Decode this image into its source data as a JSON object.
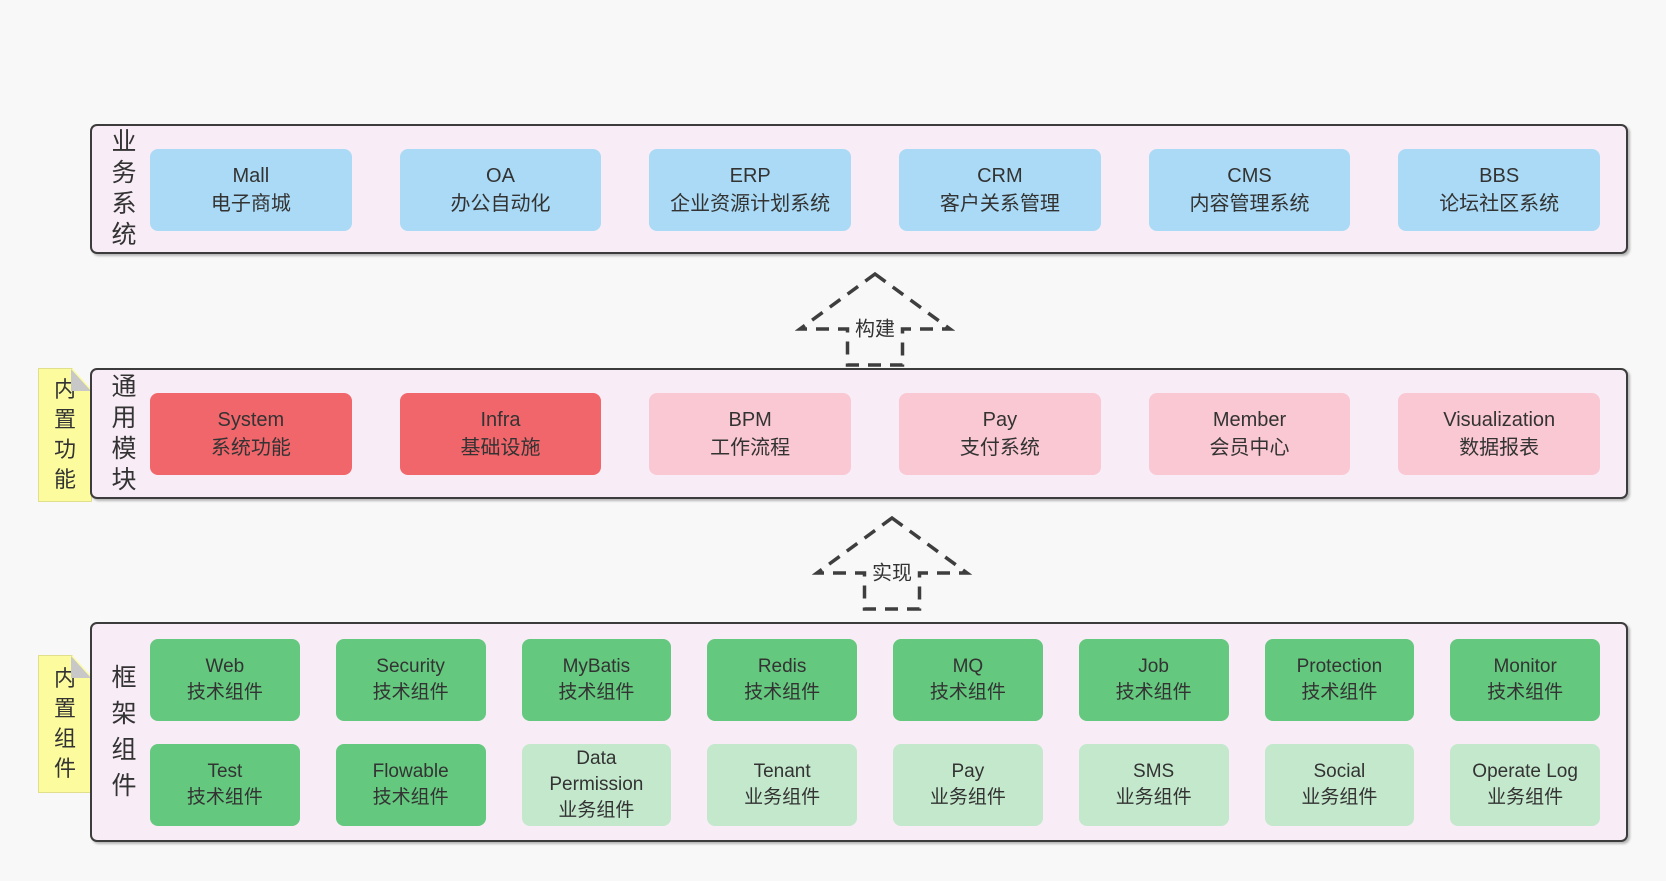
{
  "colors": {
    "page_bg": "#f8f8f8",
    "container_bg": "#f8edf6",
    "container_border": "#3c3c3c",
    "text": "#333333",
    "blue": "#aadaf5",
    "red": "#f1666a",
    "pink": "#fac8d3",
    "green": "#64c87e",
    "light_green": "#c3e8cc",
    "tag_yellow": "#fcfc9f",
    "tag_fold": "#c8c8c8"
  },
  "arrows": [
    {
      "label": "构建"
    },
    {
      "label": "实现"
    }
  ],
  "layers": [
    {
      "id": "business-systems",
      "side_label": "业务系统",
      "tag": null,
      "rows": [
        [
          {
            "name": "Mall",
            "desc": "电子商城",
            "color": "blue"
          },
          {
            "name": "OA",
            "desc": "办公自动化",
            "color": "blue"
          },
          {
            "name": "ERP",
            "desc": "企业资源计划系统",
            "color": "blue"
          },
          {
            "name": "CRM",
            "desc": "客户关系管理",
            "color": "blue"
          },
          {
            "name": "CMS",
            "desc": "内容管理系统",
            "color": "blue"
          },
          {
            "name": "BBS",
            "desc": "论坛社区系统",
            "color": "blue"
          }
        ]
      ]
    },
    {
      "id": "common-modules",
      "side_label": "通用模块",
      "tag": "内置功能",
      "rows": [
        [
          {
            "name": "System",
            "desc": "系统功能",
            "color": "red"
          },
          {
            "name": "Infra",
            "desc": "基础设施",
            "color": "red"
          },
          {
            "name": "BPM",
            "desc": "工作流程",
            "color": "pink"
          },
          {
            "name": "Pay",
            "desc": "支付系统",
            "color": "pink"
          },
          {
            "name": "Member",
            "desc": "会员中心",
            "color": "pink"
          },
          {
            "name": "Visualization",
            "desc": "数据报表",
            "color": "pink"
          }
        ]
      ]
    },
    {
      "id": "framework-components",
      "side_label": "框架组件",
      "tag": "内置组件",
      "rows": [
        [
          {
            "name": "Web",
            "desc": "技术组件",
            "color": "green"
          },
          {
            "name": "Security",
            "desc": "技术组件",
            "color": "green"
          },
          {
            "name": "MyBatis",
            "desc": "技术组件",
            "color": "green"
          },
          {
            "name": "Redis",
            "desc": "技术组件",
            "color": "green"
          },
          {
            "name": "MQ",
            "desc": "技术组件",
            "color": "green"
          },
          {
            "name": "Job",
            "desc": "技术组件",
            "color": "green"
          },
          {
            "name": "Protection",
            "desc": "技术组件",
            "color": "green"
          },
          {
            "name": "Monitor",
            "desc": "技术组件",
            "color": "green"
          }
        ],
        [
          {
            "name": "Test",
            "desc": "技术组件",
            "color": "green"
          },
          {
            "name": "Flowable",
            "desc": "技术组件",
            "color": "green"
          },
          {
            "name": "Data Permission",
            "desc": "业务组件",
            "color": "light_green"
          },
          {
            "name": "Tenant",
            "desc": "业务组件",
            "color": "light_green"
          },
          {
            "name": "Pay",
            "desc": "业务组件",
            "color": "light_green"
          },
          {
            "name": "SMS",
            "desc": "业务组件",
            "color": "light_green"
          },
          {
            "name": "Social",
            "desc": "业务组件",
            "color": "light_green"
          },
          {
            "name": "Operate Log",
            "desc": "业务组件",
            "color": "light_green"
          }
        ]
      ]
    }
  ]
}
